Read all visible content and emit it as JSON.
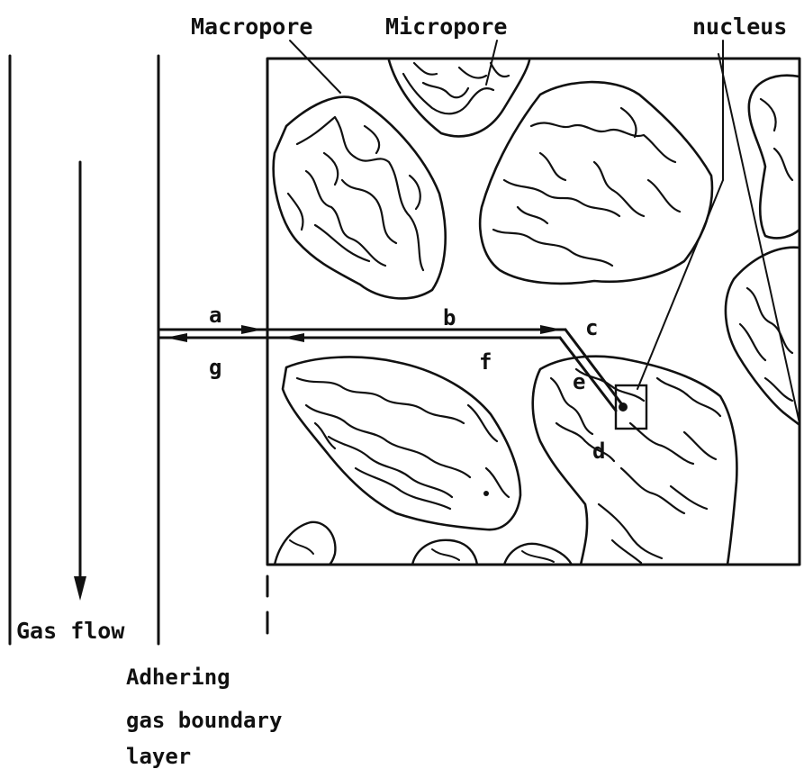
{
  "labels": {
    "macropore": "Macropore",
    "micropore": "Micropore",
    "nucleus": "nucleus",
    "gas_flow": "Gas flow",
    "boundary_line1": "Adhering",
    "boundary_line2": "gas boundary",
    "boundary_line3": "layer"
  },
  "steps": {
    "a": "a",
    "b": "b",
    "c": "c",
    "d": "d",
    "e": "e",
    "f": "f",
    "g": "g"
  },
  "colors": {
    "ink": "#111111",
    "background": "#ffffff"
  }
}
